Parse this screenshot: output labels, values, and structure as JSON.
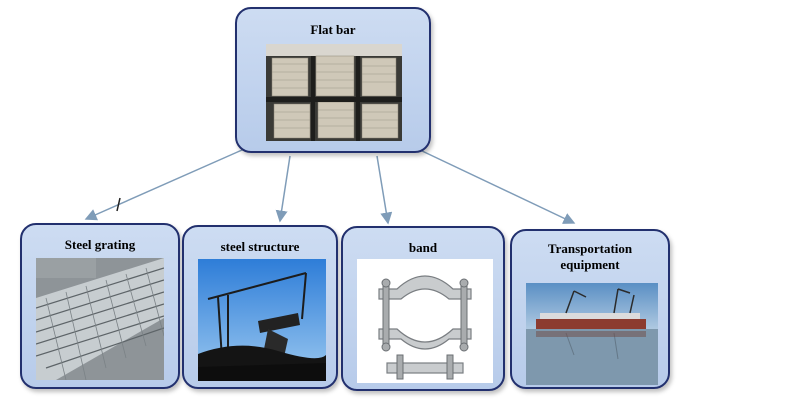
{
  "diagram": {
    "root": {
      "label": "Flat bar",
      "image": "stacked-flat-bars-photo"
    },
    "children": [
      {
        "label": "Steel grating",
        "image": "steel-grating-photo"
      },
      {
        "label": "steel structure",
        "image": "steel-structure-crane-photo"
      },
      {
        "label": "band",
        "image": "metal-pipe-clamp-band-photo"
      },
      {
        "label": "Transportation equipment",
        "image": "harbor-cranes-ship-photo"
      }
    ],
    "colors": {
      "node_border": "#22306e",
      "node_fill": "#c6d6ef",
      "arrow": "#7f9cb8"
    }
  }
}
